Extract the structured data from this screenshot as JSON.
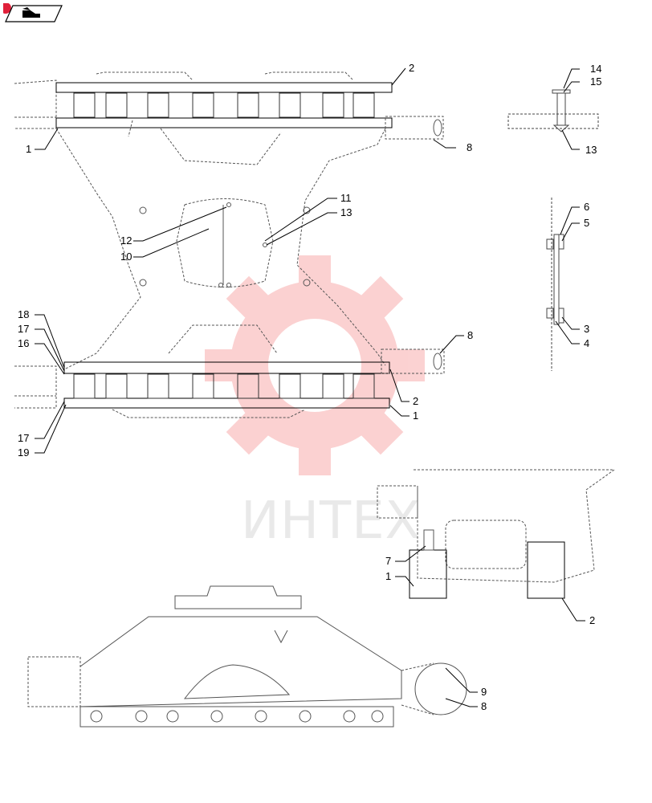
{
  "watermark": {
    "text": "ИНТЕХ",
    "gear_color": "#f04a4a"
  },
  "nav": {
    "icon": "hand-pointer-icon"
  },
  "callouts": {
    "top_assembly": [
      "2",
      "1",
      "8"
    ],
    "bolt_detail": [
      "14",
      "15",
      "13"
    ],
    "pan": [
      "11",
      "13",
      "12",
      "10"
    ],
    "plate_detail": [
      "6",
      "5",
      "3",
      "4"
    ],
    "lower_assembly": [
      "18",
      "17",
      "16",
      "8",
      "2",
      "1",
      "17",
      "19"
    ],
    "section": [
      "7",
      "1",
      "2"
    ],
    "side_view": [
      "9",
      "8"
    ]
  }
}
